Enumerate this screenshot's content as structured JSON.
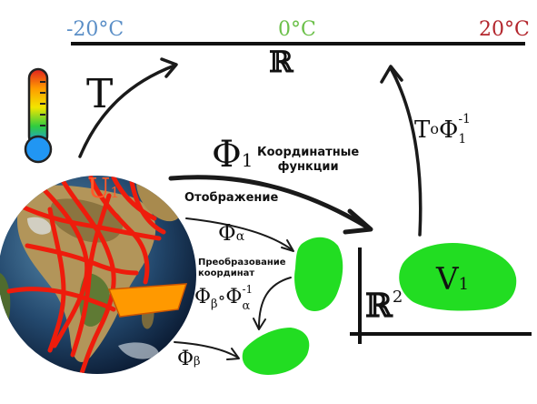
{
  "scale": {
    "left_label": "-20°C",
    "mid_label": "0°C",
    "right_label": "20°C",
    "left_color": "#5b8fc7",
    "mid_color": "#6cc04a",
    "right_color": "#b3262d",
    "axis_symbol": "ℝ"
  },
  "labels": {
    "T": "T",
    "phi1_main": "Φ",
    "phi1_sub": "1",
    "coord_functions": "Координатные\nфункции",
    "mapping": "Отображение",
    "phi_alpha_main": "Φ",
    "phi_alpha_sub": "α",
    "coord_transform": "Преобразование\nкоординат",
    "transition_phi_b": "Φ",
    "transition_sub_b": "β",
    "transition_circ": "∘",
    "transition_phi_a": "Φ",
    "transition_sub_a": "α",
    "transition_sup": "-1",
    "phi_beta_main": "Φ",
    "phi_beta_sub": "β",
    "composite_T": "T",
    "composite_circ": "o",
    "composite_phi": "Φ",
    "composite_sub": "1",
    "composite_sup": "-1",
    "U1_main": "U",
    "U1_sub": "1",
    "R2_main": "ℝ",
    "R2_sup": "2",
    "V1_main": "V",
    "V1_sub": "1"
  },
  "colors": {
    "green_region": "#22dd22",
    "orange_region": "#ff9900",
    "red_lines": "#ee1c0c",
    "arrow": "#1a1a1a"
  },
  "icons": [
    "thermometer-icon",
    "earth-globe"
  ]
}
